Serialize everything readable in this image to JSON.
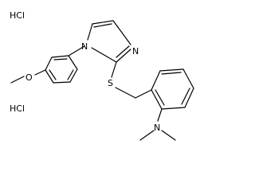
{
  "molecule": {
    "salt_labels": [
      "HCl",
      "HCl"
    ],
    "atom_labels": {
      "methoxy_oxygen": "O",
      "imidazole_n1": "N",
      "imidazole_n3": "N",
      "thioether_sulfur": "S",
      "dimethylamino_nitrogen": "N"
    }
  },
  "colors": {
    "bond": "#000000",
    "label": "#000000",
    "background": "#ffffff"
  }
}
